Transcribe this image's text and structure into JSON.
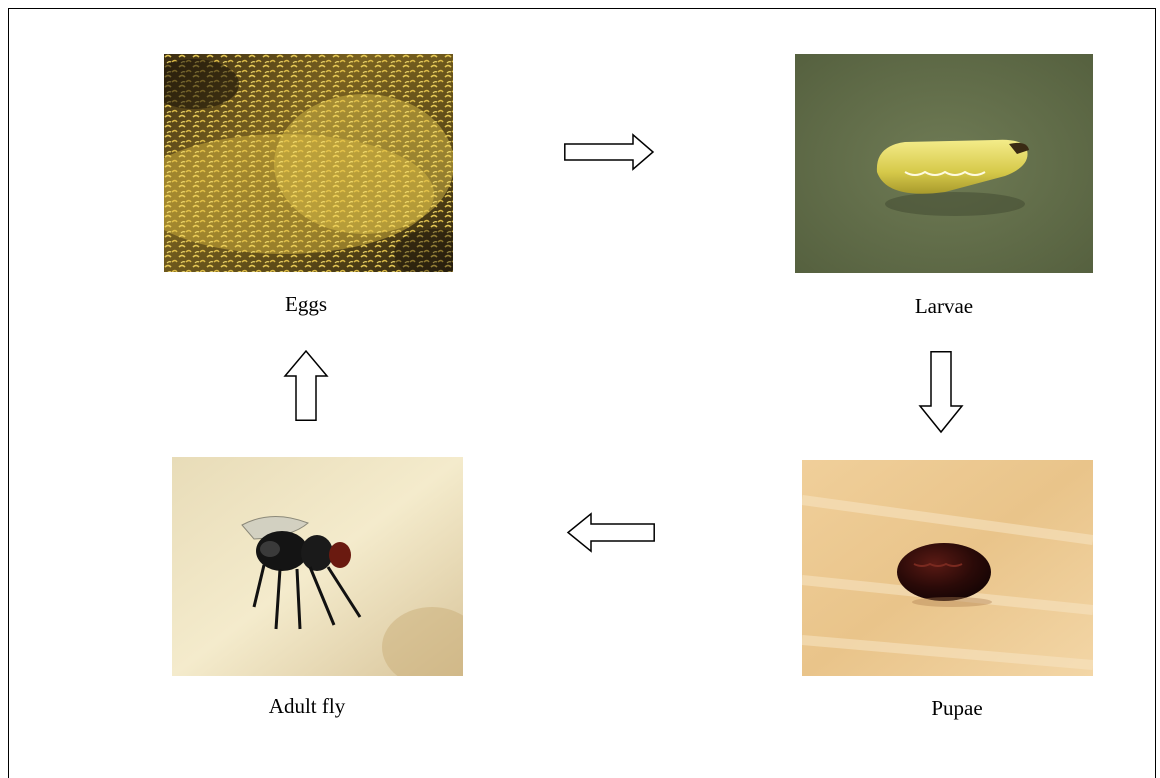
{
  "stages": {
    "eggs": {
      "label": "Eggs"
    },
    "larvae": {
      "label": "Larvae"
    },
    "pupae": {
      "label": "Pupae"
    },
    "adult": {
      "label": "Adult fly"
    }
  },
  "arrows": [
    {
      "from": "eggs",
      "to": "larvae",
      "direction": "right"
    },
    {
      "from": "larvae",
      "to": "pupae",
      "direction": "down"
    },
    {
      "from": "pupae",
      "to": "adult",
      "direction": "left"
    },
    {
      "from": "adult",
      "to": "eggs",
      "direction": "up"
    }
  ],
  "colors": {
    "border": "#000000",
    "background": "#ffffff"
  }
}
